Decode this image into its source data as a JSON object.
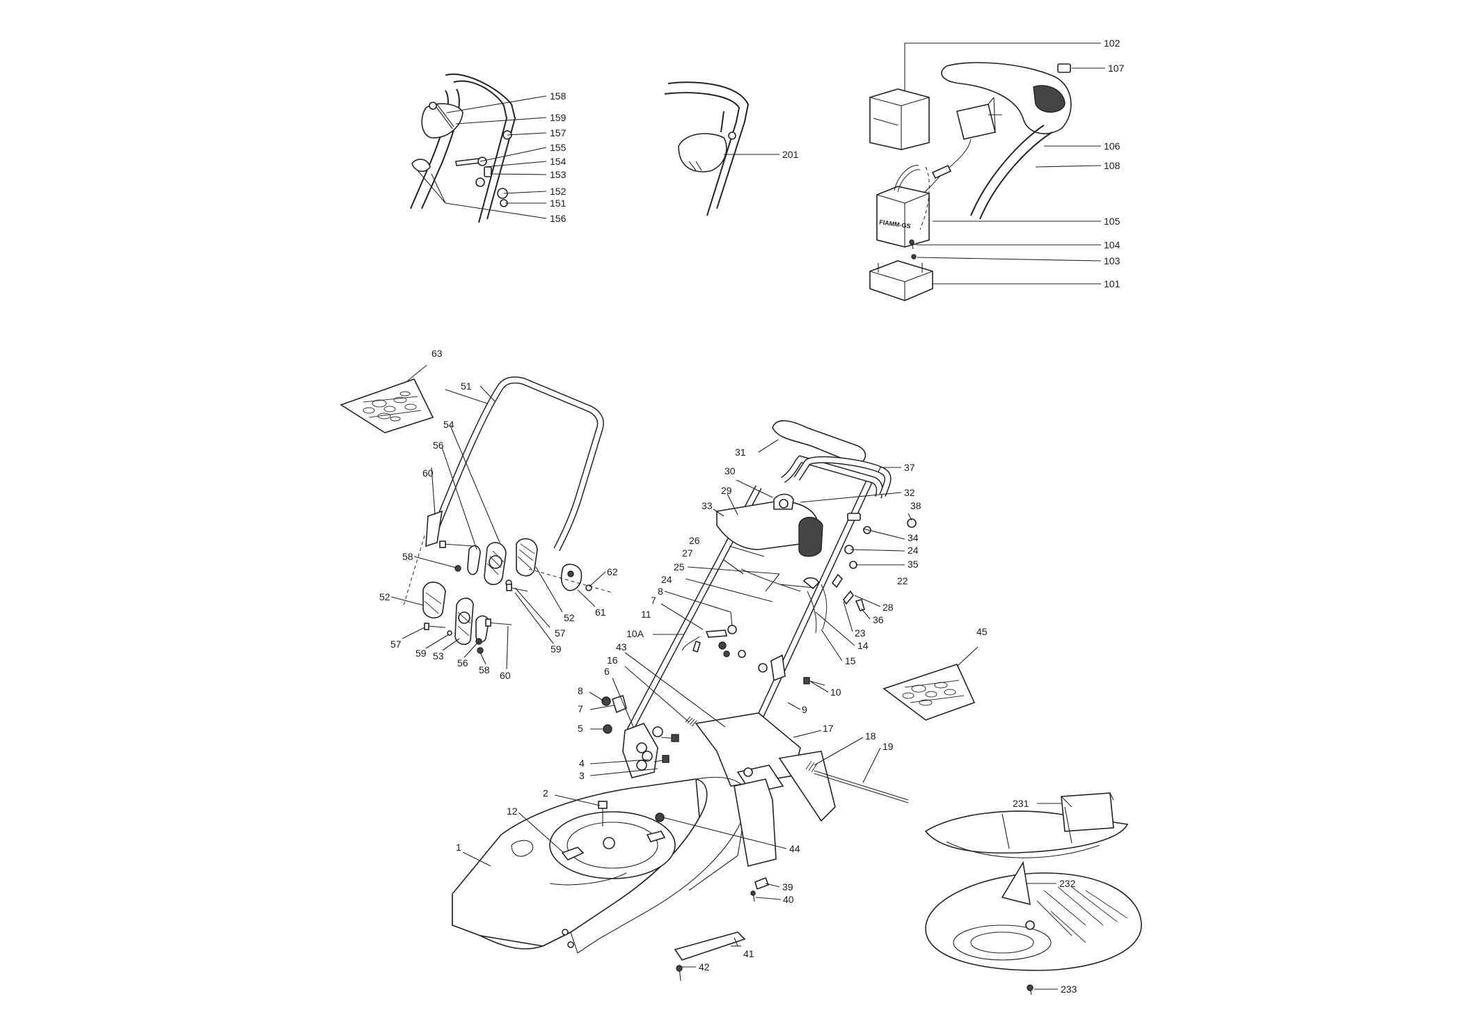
{
  "labels": [
    {
      "id": "158",
      "text": "158"
    },
    {
      "id": "159",
      "text": "159"
    },
    {
      "id": "157",
      "text": "157"
    },
    {
      "id": "155",
      "text": "155"
    },
    {
      "id": "154",
      "text": "154"
    },
    {
      "id": "153",
      "text": "153"
    },
    {
      "id": "152",
      "text": "152"
    },
    {
      "id": "151",
      "text": "151"
    },
    {
      "id": "156",
      "text": "156"
    },
    {
      "id": "201",
      "text": "201"
    },
    {
      "id": "102",
      "text": "102"
    },
    {
      "id": "107",
      "text": "107"
    },
    {
      "id": "106",
      "text": "106"
    },
    {
      "id": "108",
      "text": "108"
    },
    {
      "id": "105",
      "text": "105"
    },
    {
      "id": "104",
      "text": "104"
    },
    {
      "id": "103",
      "text": "103"
    },
    {
      "id": "101",
      "text": "101"
    },
    {
      "id": "63",
      "text": "63"
    },
    {
      "id": "51",
      "text": "51"
    },
    {
      "id": "54",
      "text": "54"
    },
    {
      "id": "56a",
      "text": "56"
    },
    {
      "id": "60a",
      "text": "60"
    },
    {
      "id": "58a",
      "text": "58"
    },
    {
      "id": "62",
      "text": "62"
    },
    {
      "id": "61",
      "text": "61"
    },
    {
      "id": "52a",
      "text": "52"
    },
    {
      "id": "57a",
      "text": "57"
    },
    {
      "id": "52b",
      "text": "52"
    },
    {
      "id": "59a",
      "text": "59"
    },
    {
      "id": "57b",
      "text": "57"
    },
    {
      "id": "59b",
      "text": "59"
    },
    {
      "id": "53",
      "text": "53"
    },
    {
      "id": "56b",
      "text": "56"
    },
    {
      "id": "58b",
      "text": "58"
    },
    {
      "id": "60b",
      "text": "60"
    },
    {
      "id": "31",
      "text": "31"
    },
    {
      "id": "37",
      "text": "37"
    },
    {
      "id": "30",
      "text": "30"
    },
    {
      "id": "32",
      "text": "32"
    },
    {
      "id": "29",
      "text": "29"
    },
    {
      "id": "33",
      "text": "33"
    },
    {
      "id": "38",
      "text": "38"
    },
    {
      "id": "34",
      "text": "34"
    },
    {
      "id": "26",
      "text": "26"
    },
    {
      "id": "24a",
      "text": "24"
    },
    {
      "id": "27",
      "text": "27"
    },
    {
      "id": "35",
      "text": "35"
    },
    {
      "id": "25",
      "text": "25"
    },
    {
      "id": "24b",
      "text": "24"
    },
    {
      "id": "22",
      "text": "22"
    },
    {
      "id": "8a",
      "text": "8"
    },
    {
      "id": "28",
      "text": "28"
    },
    {
      "id": "36",
      "text": "36"
    },
    {
      "id": "7a",
      "text": "7"
    },
    {
      "id": "11",
      "text": "11"
    },
    {
      "id": "23",
      "text": "23"
    },
    {
      "id": "14",
      "text": "14"
    },
    {
      "id": "10A",
      "text": "10A"
    },
    {
      "id": "15",
      "text": "15"
    },
    {
      "id": "43",
      "text": "43"
    },
    {
      "id": "45",
      "text": "45"
    },
    {
      "id": "16",
      "text": "16"
    },
    {
      "id": "10",
      "text": "10"
    },
    {
      "id": "6",
      "text": "6"
    },
    {
      "id": "8b",
      "text": "8"
    },
    {
      "id": "9",
      "text": "9"
    },
    {
      "id": "7b",
      "text": "7"
    },
    {
      "id": "17",
      "text": "17"
    },
    {
      "id": "5",
      "text": "5"
    },
    {
      "id": "18",
      "text": "18"
    },
    {
      "id": "19",
      "text": "19"
    },
    {
      "id": "4",
      "text": "4"
    },
    {
      "id": "3",
      "text": "3"
    },
    {
      "id": "2",
      "text": "2"
    },
    {
      "id": "231",
      "text": "231"
    },
    {
      "id": "12",
      "text": "12"
    },
    {
      "id": "1",
      "text": "1"
    },
    {
      "id": "44",
      "text": "44"
    },
    {
      "id": "232",
      "text": "232"
    },
    {
      "id": "39",
      "text": "39"
    },
    {
      "id": "40",
      "text": "40"
    },
    {
      "id": "41",
      "text": "41"
    },
    {
      "id": "42",
      "text": "42"
    },
    {
      "id": "233",
      "text": "233"
    }
  ],
  "battery": {
    "label": "FIAMM-GS"
  }
}
